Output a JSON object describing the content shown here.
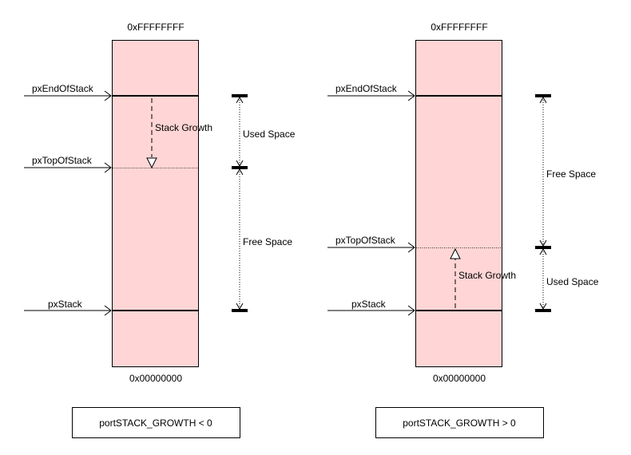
{
  "colors": {
    "stack_fill": "#ffd5d5",
    "line": "#000000",
    "background": "#ffffff"
  },
  "left": {
    "top_address": "0xFFFFFFFF",
    "bottom_address": "0x00000000",
    "end_pointer": "pxEndOfStack",
    "top_pointer": "pxTopOfStack",
    "stack_pointer": "pxStack",
    "growth_label": "Stack Growth",
    "used_label": "Used Space",
    "free_label": "Free Space",
    "caption": "portSTACK_GROWTH < 0"
  },
  "right": {
    "top_address": "0xFFFFFFFF",
    "bottom_address": "0x00000000",
    "end_pointer": "pxEndOfStack",
    "top_pointer": "pxTopOfStack",
    "stack_pointer": "pxStack",
    "growth_label": "Stack Growth",
    "free_label": "Free Space",
    "used_label": "Used Space",
    "caption": "portSTACK_GROWTH > 0"
  }
}
